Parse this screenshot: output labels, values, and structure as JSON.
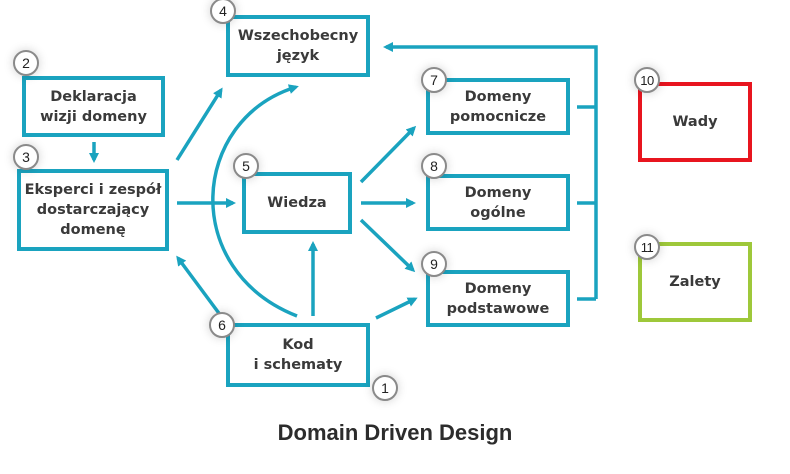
{
  "diagram": {
    "title": "Domain Driven Design",
    "accent_color": "#1aa3bf",
    "nodes": [
      {
        "id": "n4",
        "number": "4",
        "label": "Wszechobecny\njęzyk",
        "color": "#1aa3bf"
      },
      {
        "id": "n2",
        "number": "2",
        "label": "Deklaracja\nwizji domeny",
        "color": "#1aa3bf"
      },
      {
        "id": "n3",
        "number": "3",
        "label": "Eksperci i zespół\ndostarczający\ndomenę",
        "color": "#1aa3bf"
      },
      {
        "id": "n5",
        "number": "5",
        "label": "Wiedza",
        "color": "#1aa3bf"
      },
      {
        "id": "n7",
        "number": "7",
        "label": "Domeny\npomocnicze",
        "color": "#1aa3bf"
      },
      {
        "id": "n8",
        "number": "8",
        "label": "Domeny\nogólne",
        "color": "#1aa3bf"
      },
      {
        "id": "n9",
        "number": "9",
        "label": "Domeny\npodstawowe",
        "color": "#1aa3bf"
      },
      {
        "id": "n1",
        "number": "1",
        "label": "Kod\ni schematy",
        "color": "#1aa3bf"
      },
      {
        "id": "n10",
        "number": "10",
        "label": "Wady",
        "color": "#e8151f"
      },
      {
        "id": "n11",
        "number": "11",
        "label": "Zalety",
        "color": "#9ec83a"
      }
    ],
    "edges": [
      {
        "from": "Deklaracja wizji domeny",
        "to": "Eksperci i zespół dostarczający domenę"
      },
      {
        "from": "Eksperci i zespół dostarczający domenę",
        "to": "Wszechobecny język"
      },
      {
        "from": "Eksperci i zespół dostarczający domenę",
        "to": "Wiedza"
      },
      {
        "from": "Kod i schematy",
        "to": "Eksperci i zespół dostarczający domenę"
      },
      {
        "from": "Kod i schematy",
        "to": "Wszechobecny język"
      },
      {
        "from": "Kod i schematy",
        "to": "Wiedza"
      },
      {
        "from": "Kod i schematy",
        "to": "Domeny podstawowe"
      },
      {
        "from": "Wiedza",
        "to": "Domeny pomocnicze"
      },
      {
        "from": "Wiedza",
        "to": "Domeny ogólne"
      },
      {
        "from": "Wiedza",
        "to": "Domeny podstawowe"
      },
      {
        "from": "Domeny pomocnicze / ogólne / podstawowe",
        "to": "Wszechobecny język"
      }
    ]
  }
}
